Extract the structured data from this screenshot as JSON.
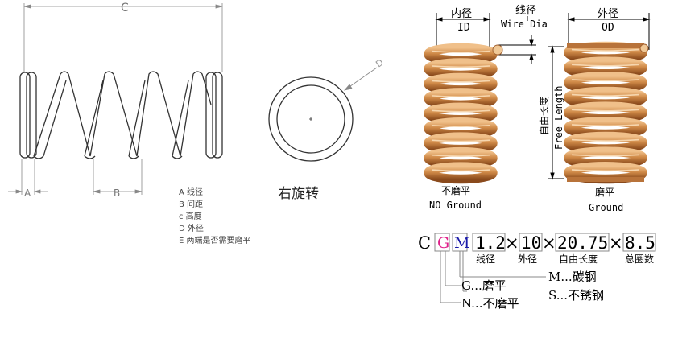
{
  "drawing": {
    "label_c": "C",
    "label_a": "A",
    "label_b": "B",
    "label_d": "D",
    "rotation_label": "右旋转",
    "legend": [
      "A  线径",
      "B  间距",
      "c  高度",
      "D  外径",
      "E  两端是否需要磨平"
    ]
  },
  "photo": {
    "id_cn": "内径",
    "id_en": "ID",
    "wire_cn": "线径",
    "wire_en": "Wire Dia",
    "od_cn": "外径",
    "od_en": "OD",
    "free_length_cn": "自由长度",
    "free_length_en": "Free Length",
    "left_caption_cn": "不磨平",
    "left_caption_en": "NO Ground",
    "right_caption_cn": "磨平",
    "right_caption_en": "Ground"
  },
  "code": {
    "prefix": "C",
    "g": "G",
    "m": "M",
    "wire": "1.2",
    "od": "10",
    "length": "20.75",
    "coils": "8.5",
    "x": "×",
    "wire_label": "线径",
    "od_label": "外径",
    "length_label": "自由长度",
    "coils_label": "总圈数",
    "g_note": "G...磨平",
    "n_note": "N...不磨平",
    "m_note": "M...碳钢",
    "s_note": "S...不锈钢",
    "colors": {
      "g": "#e0208a",
      "m": "#1a1aa8",
      "spring": "#c87a3a"
    }
  }
}
